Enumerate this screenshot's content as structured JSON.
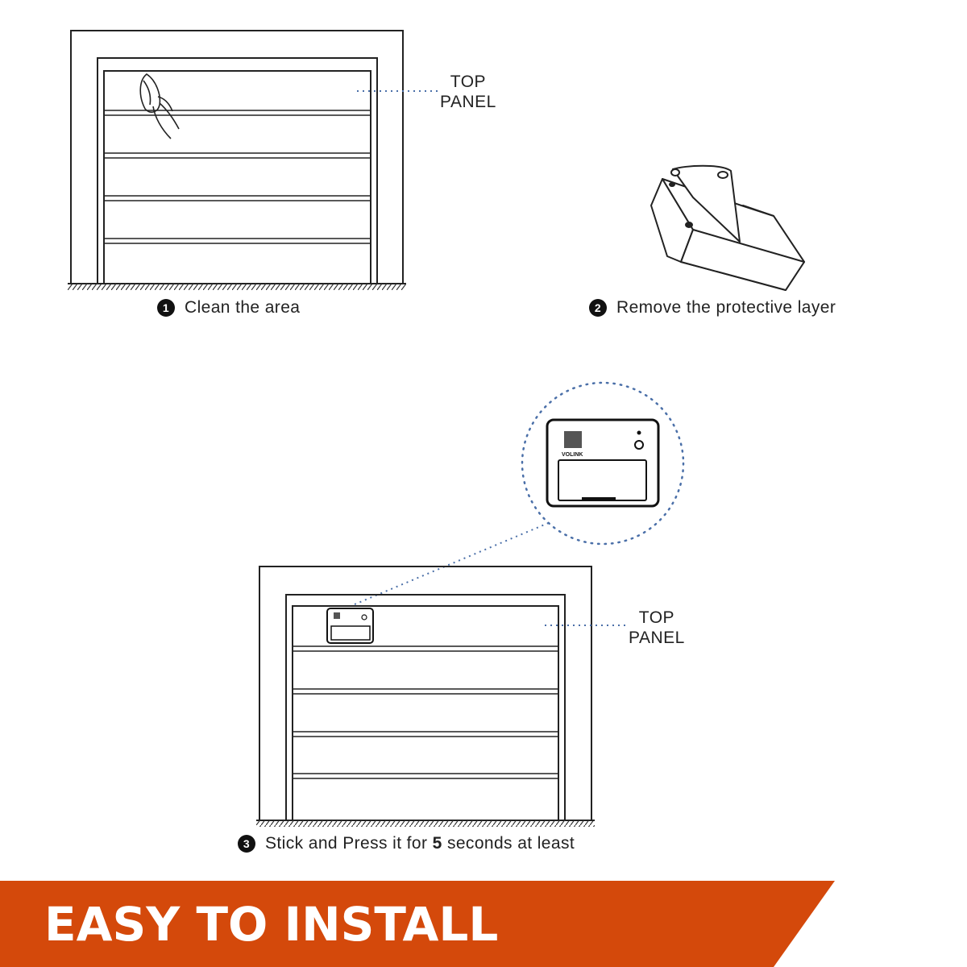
{
  "labels": {
    "top_panel_line1": "TOP",
    "top_panel_line2": "PANEL"
  },
  "steps": [
    {
      "number": "1",
      "text": "Clean the area"
    },
    {
      "number": "2",
      "text": "Remove the protective layer"
    },
    {
      "number": "3",
      "text_before": "Stick and Press it for ",
      "bold": "5",
      "text_after": " seconds at least"
    }
  ],
  "device": {
    "brand_logo": "VOLINK"
  },
  "banner": {
    "title": "EASY TO INSTALL",
    "color": "#d4490b"
  },
  "colors": {
    "leader_dots": "#4a6fa8",
    "line_art": "#222222"
  }
}
